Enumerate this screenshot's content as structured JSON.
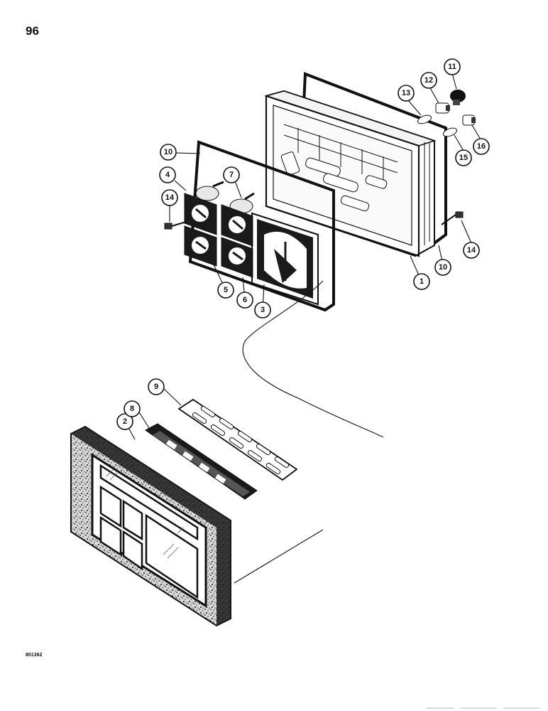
{
  "page": {
    "number": "96",
    "figure_code": "801362"
  },
  "callouts": {
    "c1": "1",
    "c2": "2",
    "c3": "3",
    "c4": "4",
    "c5": "5",
    "c6": "6",
    "c7": "7",
    "c8": "8",
    "c9": "9",
    "c10a": "10",
    "c10b": "10",
    "c11": "11",
    "c12": "12",
    "c13": "13",
    "c14a": "14",
    "c14b": "14",
    "c15": "15",
    "c16": "16"
  }
}
